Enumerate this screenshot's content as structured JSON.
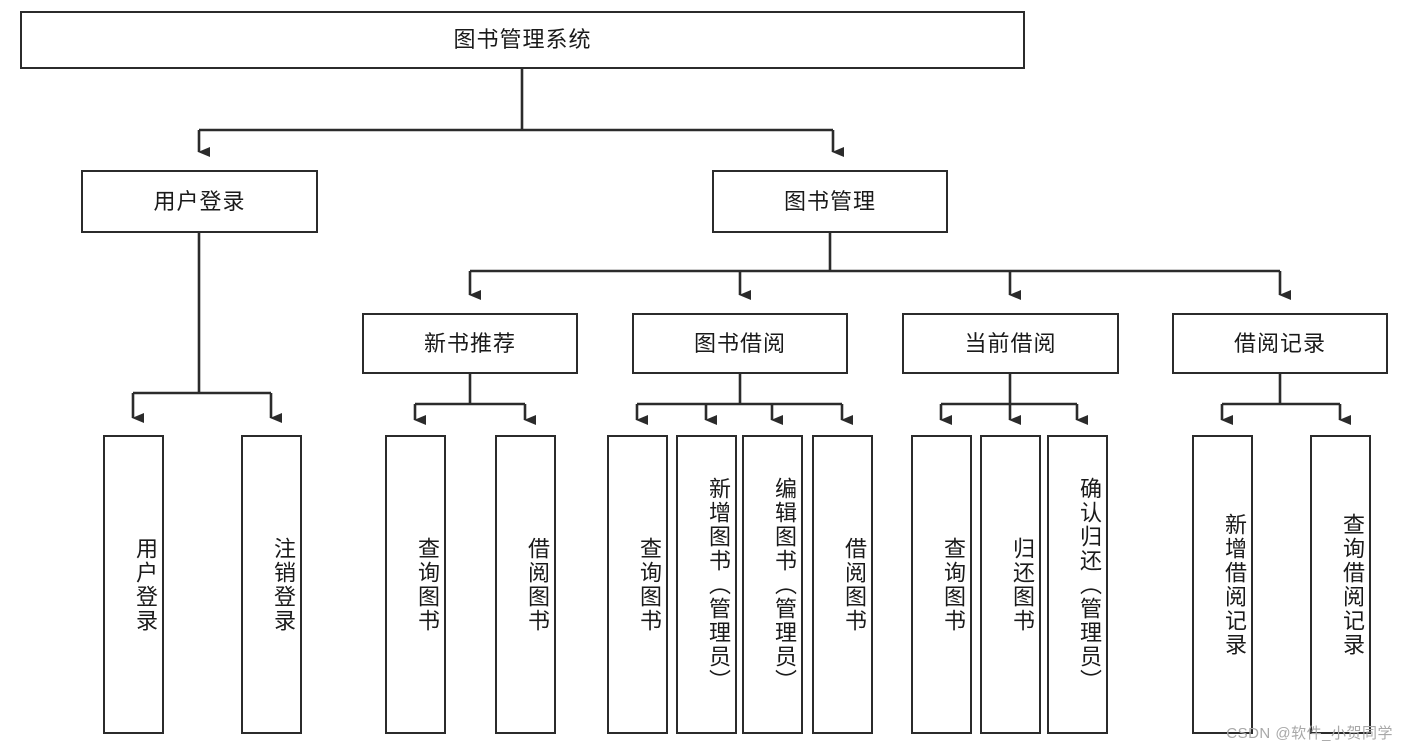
{
  "diagram": {
    "title": "图书管理系统",
    "type": "hierarchy-tree",
    "watermark": "CSDN @软件_小贺同学",
    "colors": {
      "box_border": "#2b2b2b",
      "box_fill": "#ffffff",
      "edge": "#2b2b2b",
      "text": "#1a1a1a",
      "watermark": "#a8a8a8"
    },
    "levels": {
      "root": "图书管理系统",
      "level2": [
        "用户登录",
        "图书管理"
      ],
      "level3": [
        "新书推荐",
        "图书借阅",
        "当前借阅",
        "借阅记录"
      ]
    },
    "nodes": {
      "root": {
        "label": "图书管理系统",
        "level": 1
      },
      "user_login": {
        "label": "用户登录",
        "level": 2
      },
      "book_mgmt": {
        "label": "图书管理",
        "level": 2
      },
      "new_book_rec": {
        "label": "新书推荐",
        "level": 3
      },
      "book_borrow": {
        "label": "图书借阅",
        "level": 3
      },
      "current_borrow": {
        "label": "当前借阅",
        "level": 3
      },
      "borrow_record": {
        "label": "借阅记录",
        "level": 3
      },
      "leaf_user_login": {
        "label": "用户登录",
        "level": 4
      },
      "leaf_logout": {
        "label": "注销登录",
        "level": 4
      },
      "leaf_query_book_1": {
        "label": "查询图书",
        "level": 4
      },
      "leaf_borrow_book_1": {
        "label": "借阅图书",
        "level": 4
      },
      "leaf_query_book_2": {
        "label": "查询图书",
        "level": 4
      },
      "leaf_add_book": {
        "label": "新增图书（管理员）",
        "level": 4
      },
      "leaf_edit_book": {
        "label": "编辑图书（管理员）",
        "level": 4
      },
      "leaf_borrow_book_2": {
        "label": "借阅图书",
        "level": 4
      },
      "leaf_query_book_3": {
        "label": "查询图书",
        "level": 4
      },
      "leaf_return_book": {
        "label": "归还图书",
        "level": 4
      },
      "leaf_confirm_return": {
        "label": "确认归还（管理员）",
        "level": 4
      },
      "leaf_add_record": {
        "label": "新增借阅记录",
        "level": 4
      },
      "leaf_query_record": {
        "label": "查询借阅记录",
        "level": 4
      }
    }
  }
}
